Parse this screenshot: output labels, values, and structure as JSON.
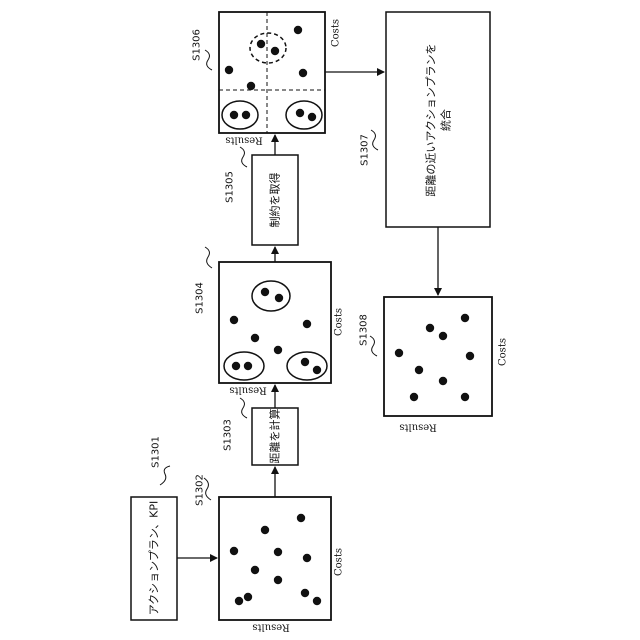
{
  "boxes": {
    "kpi": "アクションプラン、KPI",
    "calc_distance": "距離を計算",
    "get_constraint": "制約を取得",
    "merge_line1": "距離の近いアクションプランを",
    "merge_line2": "統合"
  },
  "steps": {
    "s1301": "S1301",
    "s1302": "S1302",
    "s1303": "S1303",
    "s1304": "S1304",
    "s1305": "S1305",
    "s1306": "S1306",
    "s1307": "S1307",
    "s1308": "S1308"
  },
  "axes": {
    "x_label": "Costs",
    "y_label": "Results"
  }
}
